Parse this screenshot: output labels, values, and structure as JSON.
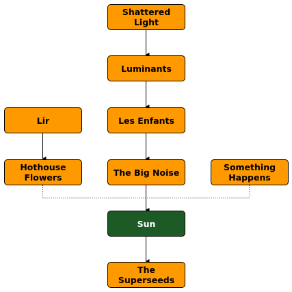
{
  "diagram": {
    "nodes": {
      "shattered_light": "Shattered\nLight",
      "luminants": "Luminants",
      "lir": "Lir",
      "les_enfants": "Les Enfants",
      "hothouse_flowers": "Hothouse\nFlowers",
      "the_big_noise": "The Big Noise",
      "something_happens": "Something\nHappens",
      "sun": "Sun",
      "the_superseeds": "The\nSuperseeds"
    },
    "colors": {
      "node_fill": "#ff9900",
      "highlight_fill": "#1e5a26",
      "line": "#000000"
    }
  }
}
